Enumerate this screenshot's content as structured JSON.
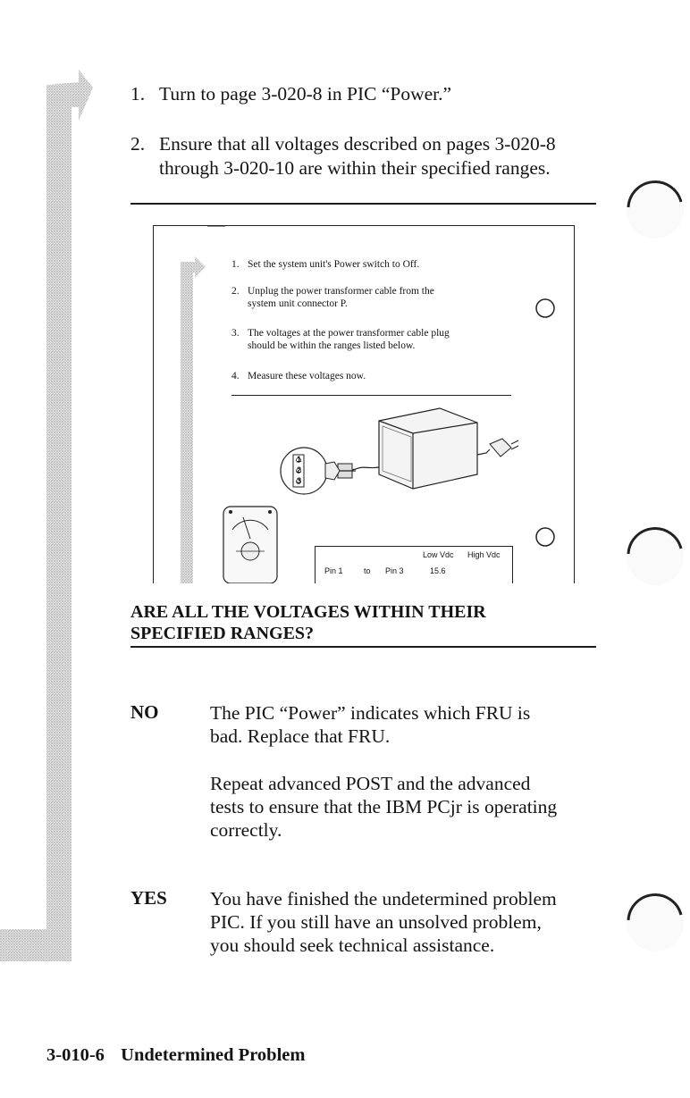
{
  "steps": [
    {
      "num": "1.",
      "lines": [
        "Turn to page 3-020-8 in PIC “Power.”"
      ]
    },
    {
      "num": "2.",
      "lines": [
        "Ensure that all voltages described on pages 3-020-8",
        "through 3-020-10 are within their specified ranges."
      ]
    }
  ],
  "inset": {
    "steps": [
      {
        "num": "1.",
        "lines": [
          "Set the system unit's Power switch to Off."
        ]
      },
      {
        "num": "2.",
        "lines": [
          "Unplug the power transformer cable from the",
          "system unit connector P."
        ]
      },
      {
        "num": "3.",
        "lines": [
          "The voltages at the power transformer cable plug",
          "should be within the ranges listed below."
        ]
      },
      {
        "num": "4.",
        "lines": [
          "Measure these voltages now."
        ]
      }
    ],
    "connector_pins": [
      "1",
      "2",
      "3"
    ],
    "table": {
      "headers": [
        "Low Vdc",
        "High Vdc"
      ],
      "row": {
        "from": "Pin 1",
        "to_word": "to",
        "to": "Pin 3",
        "low": "15.6"
      }
    }
  },
  "question": [
    "ARE ALL THE VOLTAGES WITHIN THEIR",
    "SPECIFIED RANGES?"
  ],
  "answers": [
    {
      "label": "NO",
      "paragraphs": [
        [
          "The PIC “Power” indicates which FRU is",
          "bad. Replace that FRU."
        ],
        [
          "Repeat advanced POST and the advanced",
          "tests to ensure that the IBM PCjr is operating",
          "correctly."
        ]
      ]
    },
    {
      "label": "YES",
      "paragraphs": [
        [
          "You have finished the undetermined problem",
          "PIC.  If you still have an unsolved problem,",
          "you should seek technical assistance."
        ]
      ]
    }
  ],
  "footer": {
    "page_number": "3-010-6",
    "section_title": "Undetermined Problem"
  }
}
